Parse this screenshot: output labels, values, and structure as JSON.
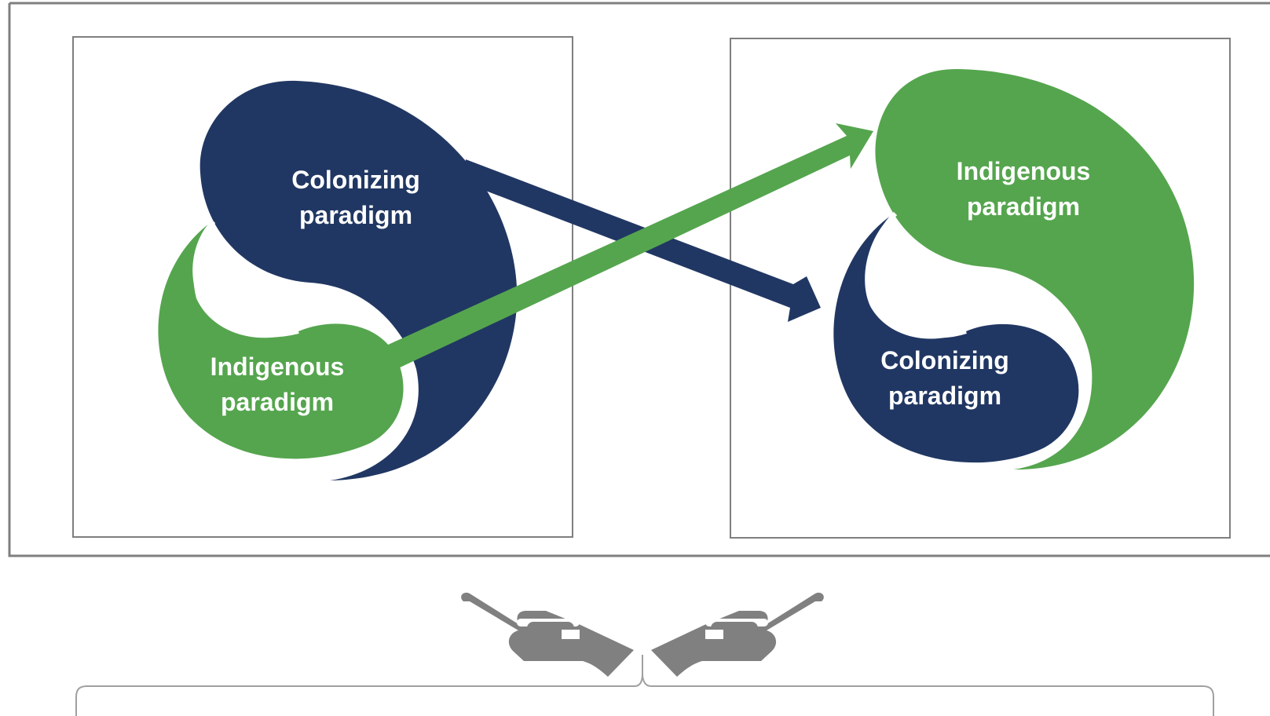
{
  "left_panel": {
    "top_shape": {
      "line1": "Colonizing",
      "line2": "paradigm"
    },
    "bottom_shape": {
      "line1": "Indigenous",
      "line2": "paradigm"
    }
  },
  "right_panel": {
    "top_shape": {
      "line1": "Indigenous",
      "line2": "paradigm"
    },
    "bottom_shape": {
      "line1": "Colonizing",
      "line2": "paradigm"
    }
  },
  "colors": {
    "navy": "#213763",
    "green": "#55a54e",
    "gray": "#808080",
    "frame": "#7f7f7f"
  },
  "icons": [
    "hands-icon",
    "brace-icon"
  ]
}
